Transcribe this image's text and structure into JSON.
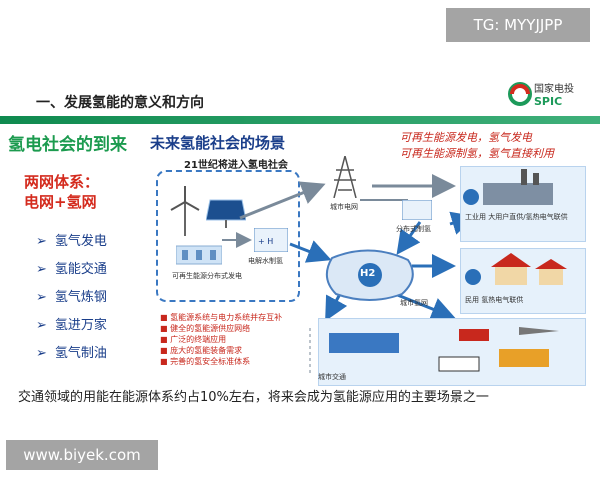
{
  "watermark_top": "TG: MYYJJPP",
  "watermark_bottom": "www.biyek.com",
  "section_title": "一、发展氢能的意义和方向",
  "logo": {
    "line1": "国家电投",
    "line2": "SPIC"
  },
  "heading_main": "氢电社会的到来",
  "heading_sub": "未来氢能社会的场景",
  "right_note": [
    "可再生能源发电，氢气发电",
    "可再生能源制氢，氢气直接利用"
  ],
  "era_label": "21世纪将进入氢电社会",
  "two_net": [
    "两网体系：",
    "电网+氢网"
  ],
  "bullets": [
    "氢气发电",
    "氢能交通",
    "氢气炼钢",
    "氢进万家",
    "氢气制油"
  ],
  "diagram_labels": {
    "renewable": "可再生能源分布式发电",
    "electrolysis": "电解水制氢",
    "city_grid": "城市电网",
    "distributed_h2": "分布式制氢",
    "city_h2_net": "城市氢网",
    "h2": "H2",
    "industry": "工业用 大用户直供/氢热电气联供",
    "civil": "民用 氢热电气联供",
    "city_traffic": "城市交通"
  },
  "features": [
    "氢能源系统与电力系统并存互补",
    "健全的氢能源供应网络",
    "广泛的终端应用",
    "庞大的氢能装备需求",
    "完善的氢安全标准体系"
  ],
  "caption": "交通领域的用能在能源体系约占10%左右，将来会成为氢能源应用的主要场景之一"
}
